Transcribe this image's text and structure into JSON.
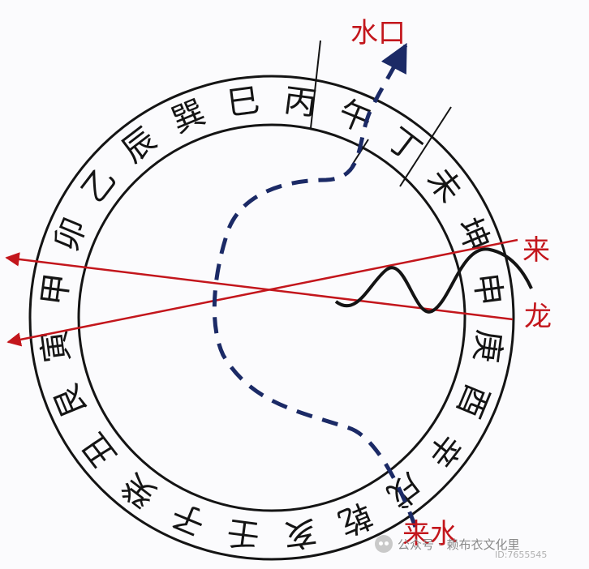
{
  "labels": {
    "water_exit": "水口",
    "incoming_dragon_1": "来",
    "incoming_dragon_2": "龙",
    "incoming_water": "来水"
  },
  "ring_characters": [
    "壬",
    "子",
    "癸",
    "丑",
    "艮",
    "寅",
    "甲",
    "卯",
    "乙",
    "辰",
    "巽",
    "巳",
    "丙",
    "午",
    "丁",
    "未",
    "坤",
    "申",
    "庚",
    "酉",
    "辛",
    "戌",
    "乾",
    "亥"
  ],
  "watermark": {
    "prefix": "公众号 ·",
    "account": "赖布衣文化里",
    "id": "ID:7655545"
  },
  "colors": {
    "red_arrows": "#c3161c",
    "dashed_water_path": "#1b2a66",
    "ink": "#141414"
  }
}
